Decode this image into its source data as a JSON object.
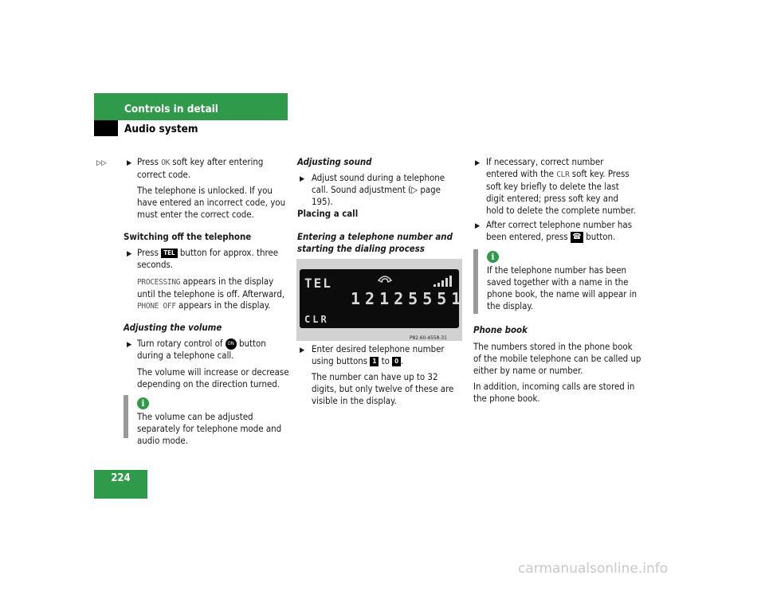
{
  "header": {
    "title": "Controls in detail",
    "subtitle": "Audio system"
  },
  "page_number": "224",
  "continuation_mark": "▷▷",
  "col1": {
    "step1_a": "Press ",
    "step1_key": "OK",
    "step1_b": " soft key after entering correct code.",
    "step1_result": "The telephone is unlocked. If you have entered an incorrect code, you must enter the correct code.",
    "switching_heading": "Switching off the telephone",
    "step2_a": "Press ",
    "step2_key": "TEL",
    "step2_b": " button for approx. three seconds.",
    "processing_display": "PROCESSING",
    "processing_text": " appears in the display until the telephone is off. Afterward,",
    "phone_off_display": "PHONE OFF",
    "phone_off_text": " appears in the display.",
    "volume_heading": "Adjusting the volume",
    "step3_a": "Turn rotary control of ",
    "step3_key": "ON",
    "step3_b": " button during a telephone call.",
    "step3_result": "The volume will increase or decrease depending on the direction turned.",
    "note": "The volume can be adjusted separately for telephone mode and audio mode."
  },
  "col2": {
    "sound_heading": "Adjusting sound",
    "sound_step": "Adjust sound during a telephone call. Sound adjustment (▷ page 195).",
    "placing_heading": "Placing a call",
    "entering_heading": "Entering a telephone number and starting the dialing process",
    "display": {
      "tel": "TEL",
      "number": "12125551",
      "clr": "CLR"
    },
    "figure_ref": "P82.60-4558-31",
    "step_a": "Enter desired telephone number using buttons ",
    "key_from": "1",
    "step_to": " to ",
    "key_to": "0",
    "step_end": ".",
    "step_result": "The number can have up to 32 digits, but only twelve of these are visible in the display."
  },
  "col3": {
    "step1_a": "If necessary, correct number entered with the ",
    "step1_key": "CLR",
    "step1_b": " soft key. Press soft key briefly to delete the last digit entered; press soft key and hold to delete the complete number.",
    "step2_a": "After correct telephone number has been entered, press ",
    "step2_b": " button.",
    "note": "If the telephone number has been saved together with a name in the phone book, the name will appear in the display.",
    "phonebook_heading": "Phone book",
    "phonebook_p1": "The numbers stored in the phone book of the mobile telephone can be called up either by name or number.",
    "phonebook_p2": "In addition, incoming calls are stored in the phone book."
  },
  "watermark": "carmanualsonline.info"
}
